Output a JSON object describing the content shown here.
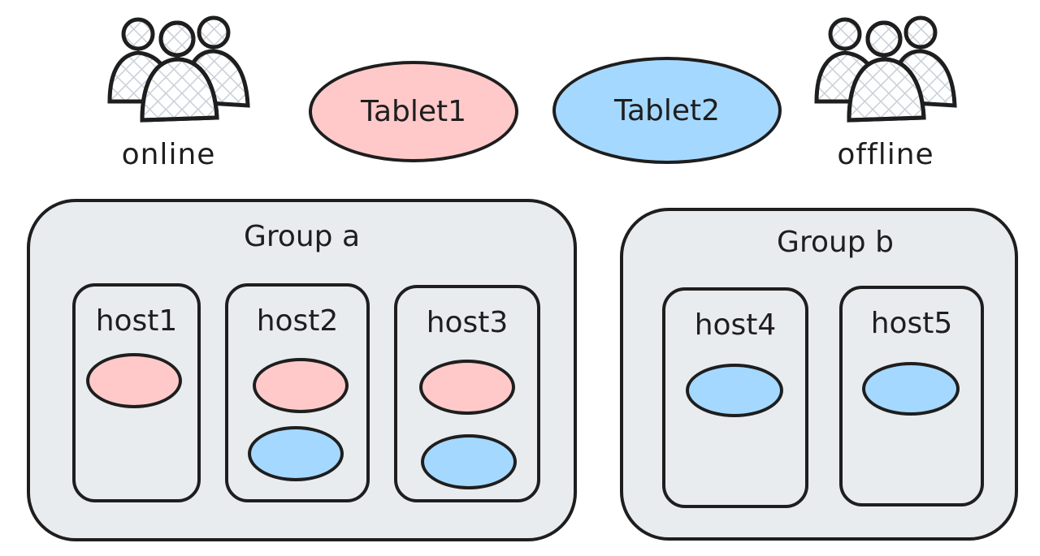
{
  "colors": {
    "tablet1": "#ffc9c9",
    "tablet2": "#a5d8ff",
    "group_bg": "#e9ecef",
    "stroke": "#1e1e1e"
  },
  "users": {
    "online": {
      "label": "online",
      "icon": "users-group-icon"
    },
    "offline": {
      "label": "offline",
      "icon": "users-group-icon"
    }
  },
  "tablets": [
    {
      "label": "Tablet1",
      "color": "#ffc9c9"
    },
    {
      "label": "Tablet2",
      "color": "#a5d8ff"
    }
  ],
  "groups": [
    {
      "label": "Group a",
      "hosts": [
        {
          "label": "host1",
          "replicas": [
            "Tablet1"
          ]
        },
        {
          "label": "host2",
          "replicas": [
            "Tablet1",
            "Tablet2"
          ]
        },
        {
          "label": "host3",
          "replicas": [
            "Tablet1",
            "Tablet2"
          ]
        }
      ]
    },
    {
      "label": "Group b",
      "hosts": [
        {
          "label": "host4",
          "replicas": [
            "Tablet2"
          ]
        },
        {
          "label": "host5",
          "replicas": [
            "Tablet2"
          ]
        }
      ]
    }
  ]
}
